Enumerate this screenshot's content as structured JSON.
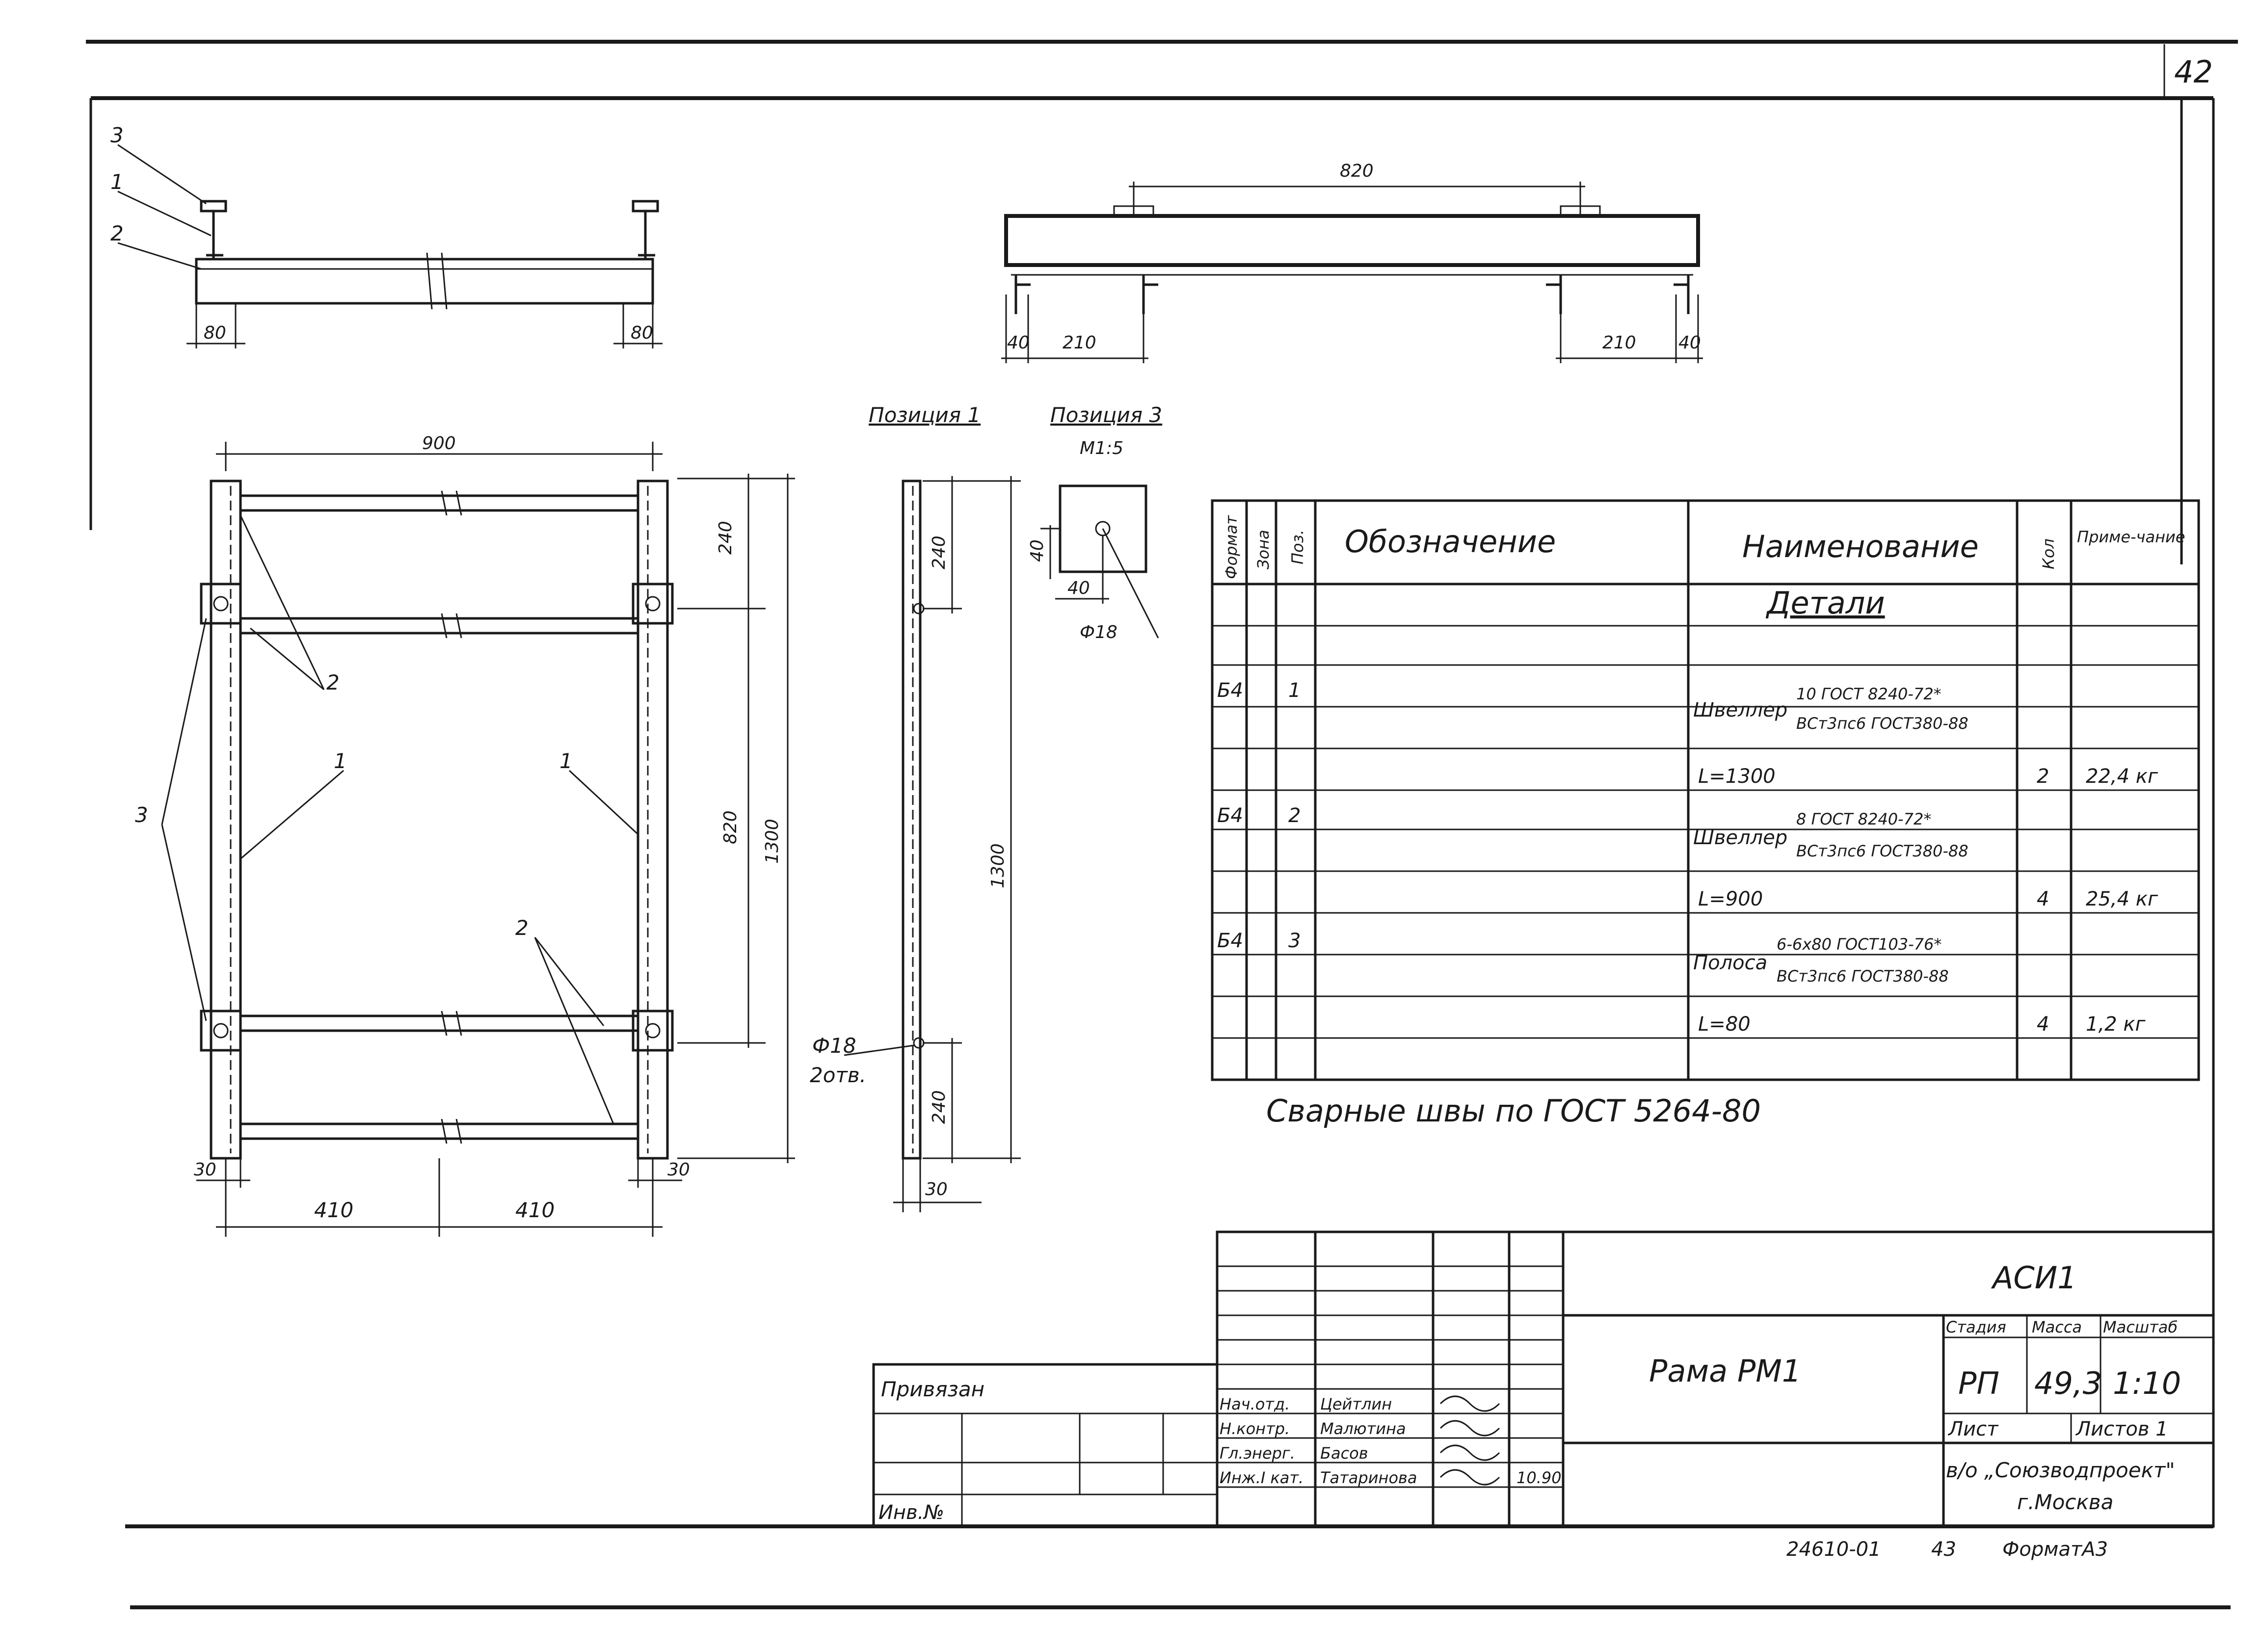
{
  "sheet": {
    "page_number": "42",
    "footer_code": "24610-01",
    "footer_sheet_no": "43",
    "footer_format": "ФорматА3"
  },
  "top_left_view": {
    "callouts": [
      "3",
      "1",
      "2"
    ],
    "dims": [
      "80",
      "80"
    ]
  },
  "top_right_view": {
    "dims": [
      "820",
      "40",
      "210",
      "210",
      "40"
    ]
  },
  "plan_view": {
    "dims": {
      "top": "900",
      "right_240": "240",
      "right_820": "820",
      "right_1300": "1300",
      "bottom_30_left": "30",
      "bottom_30_right": "30",
      "bottom_410_left": "410",
      "bottom_410_right": "410"
    },
    "callouts": {
      "pos2_top": "2",
      "pos1_left": "1",
      "pos1_right": "1",
      "pos3_left": "3",
      "pos2_bottom": "2"
    }
  },
  "position_1": {
    "title": "Позиция 1",
    "dims": {
      "top": "240",
      "length": "1300",
      "bottom": "240",
      "width": "30"
    },
    "hole_note_1": "Ф18",
    "hole_note_2": "2отв."
  },
  "position_3": {
    "title": "Позиция 3",
    "scale": "М1:5",
    "dims": {
      "v": "40",
      "h": "40"
    },
    "hole": "Ф18"
  },
  "spec_table": {
    "headers": {
      "format": "Формат",
      "zone": "Зона",
      "pos": "Поз.",
      "designation": "Обозначение",
      "name": "Наименование",
      "qty": "Кол",
      "note": "Приме-чание"
    },
    "section_title": "Детали",
    "rows": [
      {
        "format": "Б4",
        "pos": "1",
        "name_prefix": "Швеллер",
        "name_top": "10 ГОСТ 8240-72*",
        "name_bottom": "ВСт3пс6 ГОСТ380-88"
      },
      {
        "length": "L=1300",
        "qty": "2",
        "note": "22,4 кг"
      },
      {
        "format": "Б4",
        "pos": "2",
        "name_prefix": "Швеллер",
        "name_top": "8 ГОСТ 8240-72*",
        "name_bottom": "ВСт3пс6 ГОСТ380-88"
      },
      {
        "length": "L=900",
        "qty": "4",
        "note": "25,4 кг"
      },
      {
        "format": "Б4",
        "pos": "3",
        "name_prefix": "Полоса",
        "name_top": "6-6х80 ГОСТ103-76*",
        "name_bottom": "ВСт3пс6 ГОСТ380-88"
      },
      {
        "length": "L=80",
        "qty": "4",
        "note": "1,2 кг"
      }
    ]
  },
  "weld_note": "Сварные швы по ГОСТ 5264-80",
  "title_block": {
    "code": "АСИ1",
    "title": "Рама РМ1",
    "stage_h": "Стадия",
    "mass_h": "Масса",
    "scale_h": "Масштаб",
    "stage": "РП",
    "mass": "49,3",
    "scale": "1:10",
    "sheet_h": "Лист",
    "sheets_h": "Листов 1",
    "org_1": "в/о „Союзводпроект\"",
    "org_2": "г.Москва",
    "attached": "Привязан",
    "inv": "Инв.№",
    "signers": [
      {
        "role": "Нач.отд.",
        "name": "Цейтлин"
      },
      {
        "role": "Н.контр.",
        "name": "Малютина"
      },
      {
        "role": "Гл.энерг.",
        "name": "Басов"
      },
      {
        "role": "Инж.I кат.",
        "name": "Татаринова",
        "date": "10.90"
      }
    ]
  }
}
